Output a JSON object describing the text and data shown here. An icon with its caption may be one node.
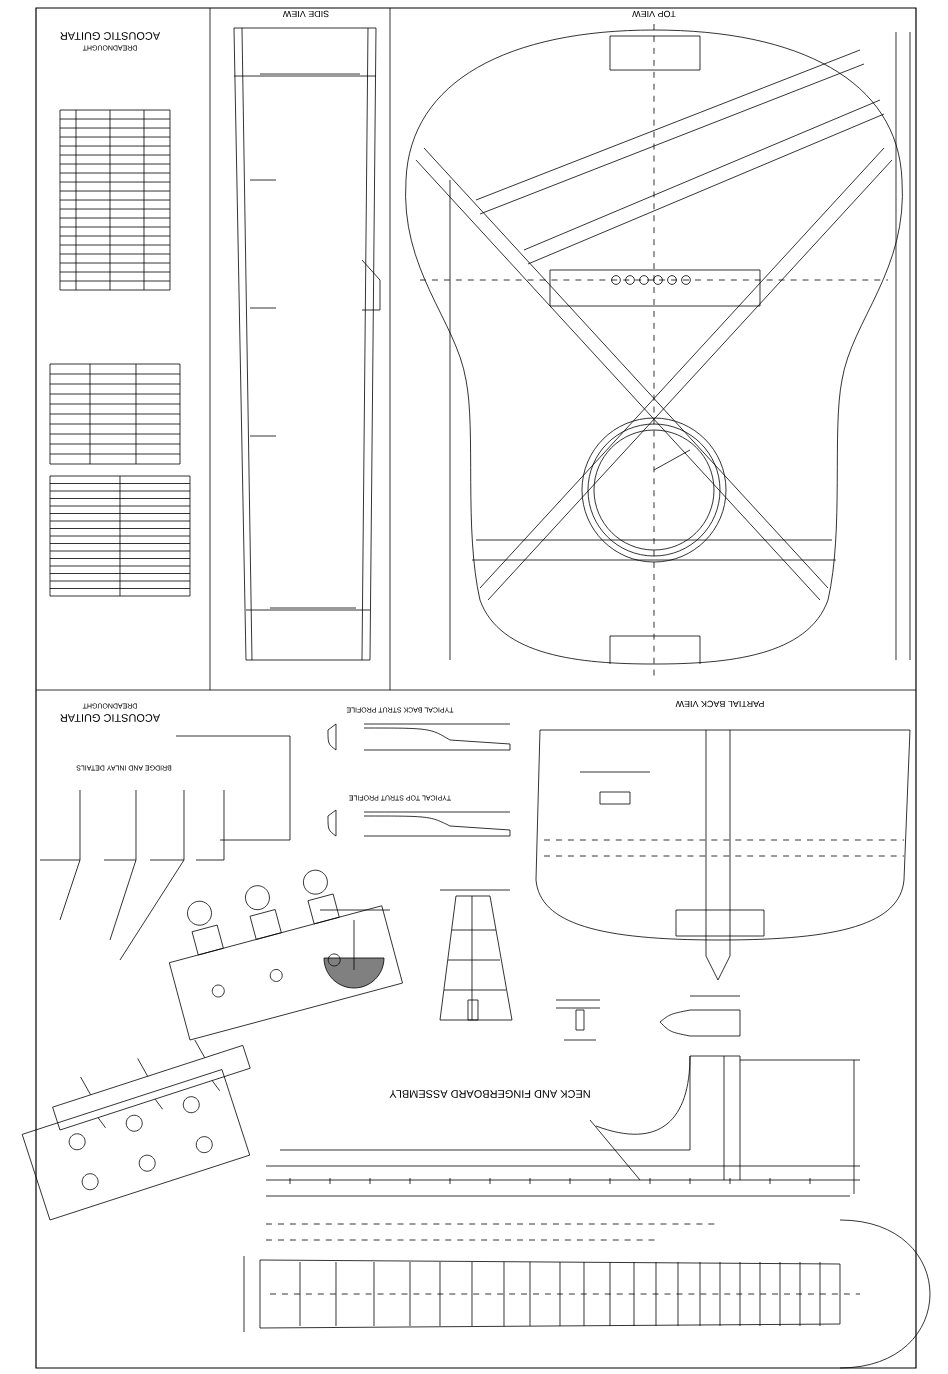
{
  "diagram": {
    "labels": [
      "ACOUSTIC GUITAR",
      "DREADNOUGHT",
      "SIDE VIEW",
      "TOP VIEW",
      "PARTIAL BACK VIEW",
      "TYPICAL BACK STRUT PROFILE",
      "TYPICAL TOP STRUT PROFILE",
      "ACOUSTIC GUITAR",
      "DREADNOUGHT",
      "BRIDGE AND INLAY DETAILS",
      "NECK AND FINGERBOARD ASSEMBLY"
    ]
  }
}
